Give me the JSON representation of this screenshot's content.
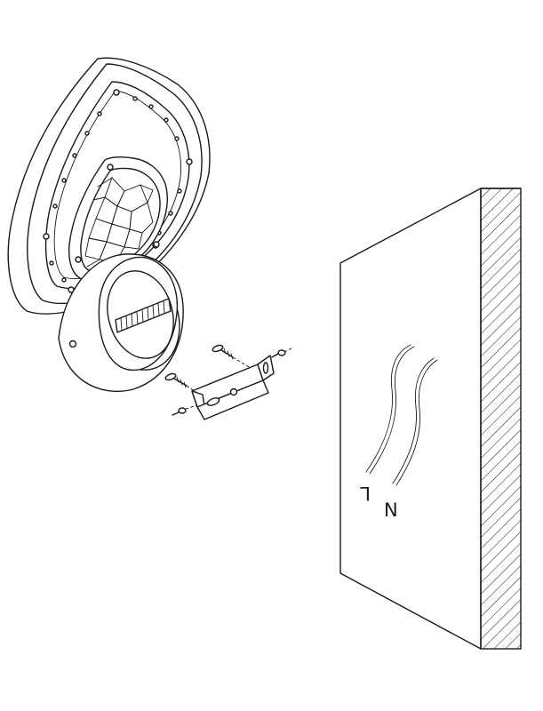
{
  "wire_labels": {
    "live": "L",
    "neutral": "N"
  },
  "colors": {
    "line": "#1a1a1a",
    "background": "#ffffff"
  },
  "parts": {
    "lamp": "lamp-body",
    "shade": "crystal-shade",
    "canopy": "round-canopy",
    "bracket": "mounting-bracket",
    "screws": 4,
    "wall": "wall-section"
  }
}
